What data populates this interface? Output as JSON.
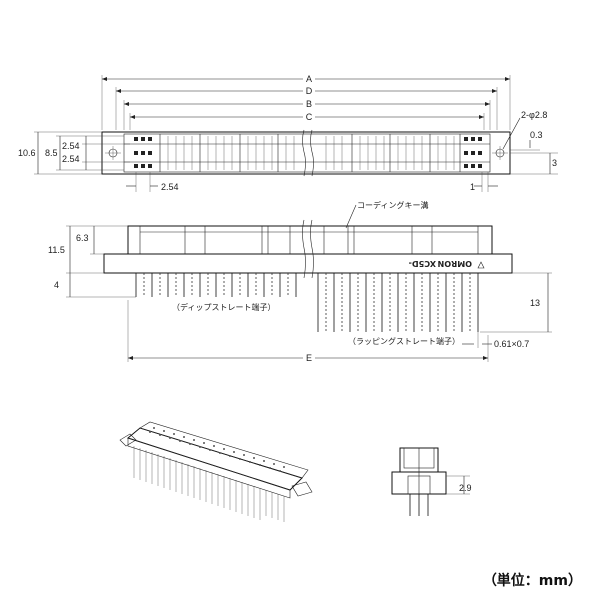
{
  "dims": {
    "A": "A",
    "B": "B",
    "C": "C",
    "D": "D",
    "E": "E",
    "hole": "2-φ2.8",
    "d03": "0.3",
    "d3": "3",
    "d106": "10.6",
    "d85": "8.5",
    "d254a": "2.54",
    "d254b": "2.54",
    "d254c": "2.54",
    "d1": "1",
    "d63": "6.3",
    "d115": "11.5",
    "d4": "4",
    "d13": "13",
    "pin": "0.61×0.7",
    "d29": "2.9"
  },
  "labels": {
    "coding_groove": "コーディングキー溝",
    "dip_terminal": "（ディップストレート端子）",
    "wrap_terminal": "（ラッピングストレート端子）",
    "part_no": "XC5D-",
    "brand": "OMRON"
  },
  "unit": "（単位：mm）"
}
